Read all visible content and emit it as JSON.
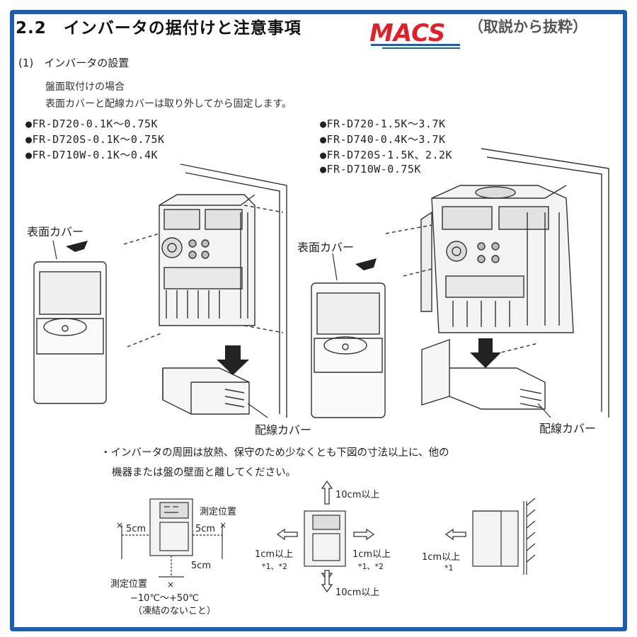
{
  "header": {
    "title": "2.2　インバータの据付けと注意事項",
    "logo_text": "MACS",
    "excerpt": "（取説から抜粋）"
  },
  "section": {
    "heading": "(1)　インバータの設置",
    "mount_case": "盤面取付けの場合",
    "instruction": "表面カバーと配線カバーは取り外してから固定します。"
  },
  "models_left": [
    "●FR-D720-0.1K～0.75K",
    "●FR-D720S-0.1K～0.75K",
    "●FR-D710W-0.1K～0.4K"
  ],
  "models_right": [
    "●FR-D720-1.5K～3.7K",
    "●FR-D740-0.4K～3.7K",
    "●FR-D720S-1.5K、2.2K",
    "●FR-D710W-0.75K"
  ],
  "labels": {
    "front_cover_left": "表面カバー",
    "front_cover_right": "表面カバー",
    "wiring_cover_left": "配線カバー",
    "wiring_cover_right": "配線カバー"
  },
  "clearance_note": {
    "line1": "・インバータの周囲は放熱、保守のため少なくとも下図の寸法以上に、他の",
    "line2": "機器または盤の壁面と離してください。"
  },
  "diagram1": {
    "measure_pos_top": "測定位置",
    "dim_left": "5cm",
    "dim_right": "5cm",
    "dim_bottom": "5cm",
    "measure_pos_bottom": "測定位置",
    "temp_range": "−10℃～+50℃",
    "temp_note": "（凍結のないこと）"
  },
  "diagram2": {
    "top": "10cm以上",
    "left": "1cm以上",
    "left_note": "*1、*2",
    "right": "1cm以上",
    "right_note": "*1、*2",
    "bottom": "10cm以上"
  },
  "diagram3": {
    "left": "1cm以上",
    "left_note": "*1"
  },
  "colors": {
    "frame": "#1c5fb0",
    "logo": "#e0202a",
    "logo_stripe": "#1c5fb0"
  }
}
